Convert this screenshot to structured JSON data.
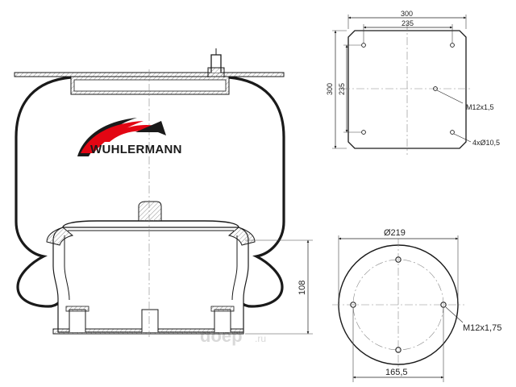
{
  "brand": {
    "name": "WUHLERMANN"
  },
  "watermark": {
    "name": "doep",
    "suffix": ".ru"
  },
  "top_view": {
    "outer_width": "300",
    "bolt_width": "235",
    "outer_height": "300",
    "bolt_height": "235",
    "thread_label": "M12x1,5",
    "holes_label": "4xØ10,5"
  },
  "bottom_view": {
    "diameter": "Ø219",
    "bolt_circle": "165,5",
    "thread_label": "M12x1,75"
  },
  "side_view": {
    "height": "108"
  },
  "colors": {
    "logo_red": "#e30613",
    "logo_dark": "#1a1a1a",
    "line": "#1a1a1a",
    "hatch": "#777777"
  }
}
